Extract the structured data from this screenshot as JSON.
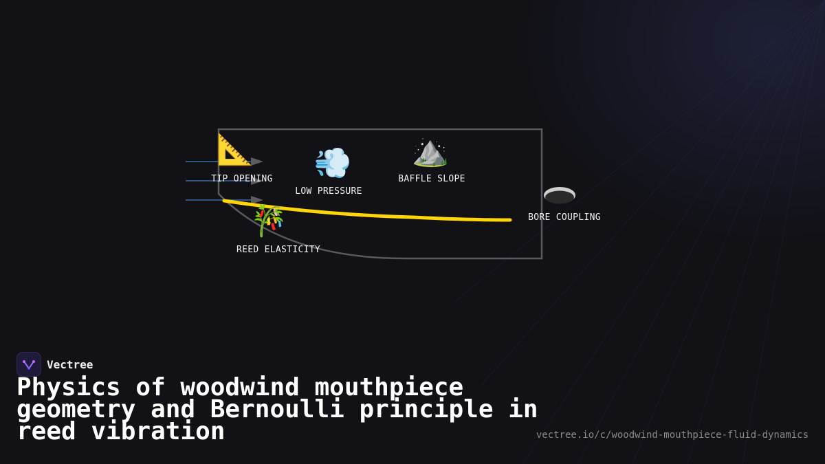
{
  "diagram": {
    "nodes": [
      {
        "id": "tip-opening",
        "label": "TIP OPENING",
        "icon": "triangular-ruler-icon",
        "glyph": "📐"
      },
      {
        "id": "low-pressure",
        "label": "LOW PRESSURE",
        "icon": "dash-wind-icon",
        "glyph": "💨"
      },
      {
        "id": "baffle-slope",
        "label": "BAFFLE SLOPE",
        "icon": "mountain-icon",
        "glyph": "⛰️"
      },
      {
        "id": "bore-coupling",
        "label": "BORE COUPLING",
        "icon": "hole-icon",
        "glyph": ""
      },
      {
        "id": "reed-elasticity",
        "label": "REED ELASTICITY",
        "icon": "bamboo-icon",
        "glyph": "🎋"
      }
    ],
    "colors": {
      "frame": "#5a5a5e",
      "airflow": "#3b6fa8",
      "arrowhead": "#5c5c60",
      "reed": "#ffd60a"
    }
  },
  "brand": {
    "name": "Vectree",
    "logo_icon": "vectree-logo-icon"
  },
  "title": "Physics of woodwind mouthpiece geometry and Bernoulli principle in reed vibration",
  "url": "vectree.io/c/woodwind-mouthpiece-fluid-dynamics"
}
